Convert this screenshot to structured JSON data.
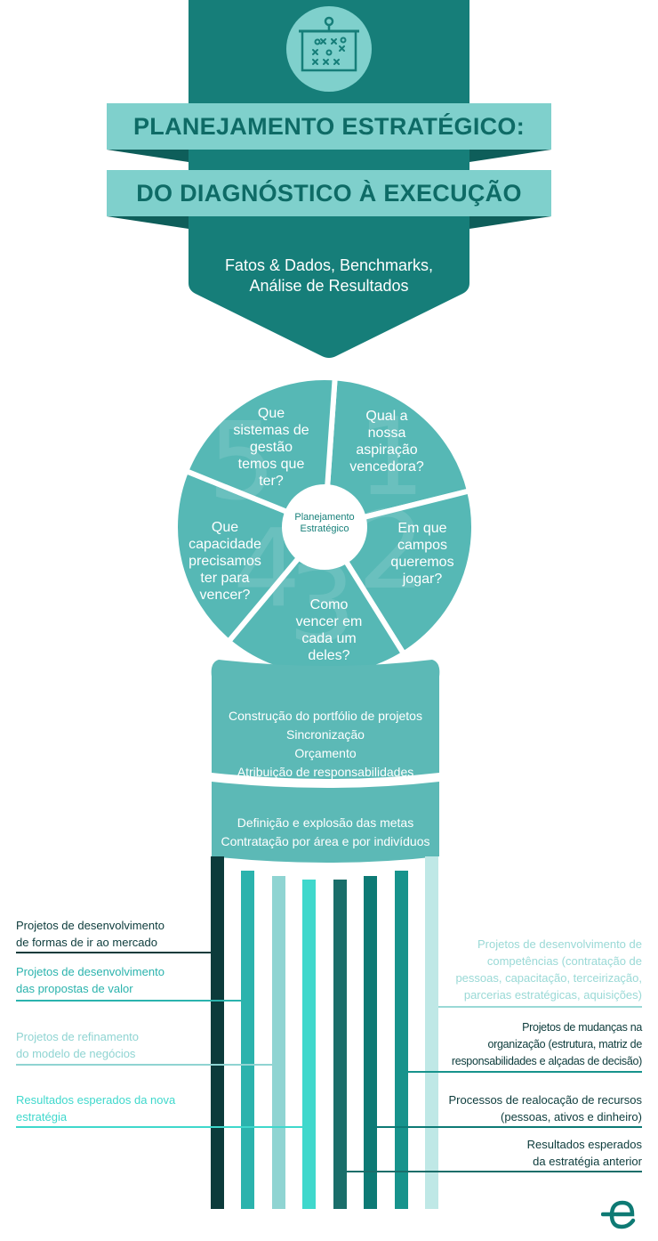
{
  "header": {
    "icon": "strategy-board-icon",
    "title_line1": "PLANEJAMENTO ESTRATÉGICO:",
    "title_line2": "DO DIAGNÓSTICO À EXECUÇÃO",
    "subtitle_line1": "Fatos & Dados, Benchmarks,",
    "subtitle_line2": "Análise de Resultados"
  },
  "wheel": {
    "center_line1": "Planejamento",
    "center_line2": "Estratégico",
    "slices": [
      {
        "number": "1",
        "lines": [
          "Qual a",
          "nossa",
          "aspiração",
          "vencedora?"
        ]
      },
      {
        "number": "2",
        "lines": [
          "Em que",
          "campos",
          "queremos",
          "jogar?"
        ]
      },
      {
        "number": "3",
        "lines": [
          "Como",
          "vencer em",
          "cada um",
          "deles?"
        ]
      },
      {
        "number": "4",
        "lines": [
          "Que",
          "capacidade",
          "precisamos",
          "ter para",
          "vencer?"
        ]
      },
      {
        "number": "5",
        "lines": [
          "Que",
          "sistemas de",
          "gestão",
          "temos que",
          "ter?"
        ]
      }
    ]
  },
  "band_top": [
    "Construção do portfólio de projetos",
    "Sincronização",
    "Orçamento",
    "Atribuição de responsabilidades"
  ],
  "band_bottom": [
    "Definição e explosão das metas",
    "Contratação por área e por indivíduos"
  ],
  "left_labels": [
    {
      "lines": [
        "Projetos de desenvolvimento",
        "de formas de ir ao mercado"
      ],
      "color": "#0c3b3b"
    },
    {
      "lines": [
        "Projetos de desenvolvimento",
        "das propostas de valor"
      ],
      "color": "#2bb3ad"
    },
    {
      "lines": [
        "Projetos de refinamento",
        "do modelo de negócios"
      ],
      "color": "#8fd4d2"
    },
    {
      "lines": [
        "Resultados esperados da nova",
        "estratégia"
      ],
      "color": "#3fd8cc"
    }
  ],
  "right_labels": [
    {
      "lines": [
        "Projetos de desenvolvimento de",
        "competências (contratação de",
        "pessoas, capacitação, terceirização,",
        "parcerias estratégicas, aquisições)"
      ],
      "color": "#9ad9d6"
    },
    {
      "lines": [
        "Projetos de mudanças na",
        "organização (estrutura, matriz  de",
        "responsabilidades e alçadas de decisão)"
      ],
      "color": "#0c3b3b"
    },
    {
      "lines": [
        "Processos de realocação de recursos",
        "(pessoas, ativos e dinheiro)"
      ],
      "color": "#0c3b3b"
    },
    {
      "lines": [
        "Resultados esperados",
        "da estratégia anterior"
      ],
      "color": "#0c3b3b"
    }
  ],
  "colors": {
    "header_dark": "#167e79",
    "ribbon": "#7fd0cc",
    "ribbon_text": "#0e6b66",
    "wheel": "#56b8b5",
    "wheel_dark": "#2a9a95",
    "band": "#5cb9b6"
  },
  "logo": "e-logo-icon"
}
